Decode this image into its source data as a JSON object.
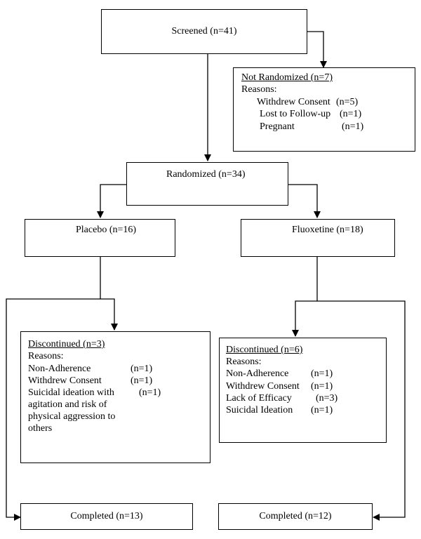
{
  "screened": "Screened (n=41)",
  "not_randomized": {
    "title": "Not Randomized (n=7)",
    "reasons_label": "Reasons:",
    "items": [
      {
        "label": "Withdrew Consent",
        "count": "(n=5)"
      },
      {
        "label": "Lost to Follow-up",
        "count": "(n=1)"
      },
      {
        "label": "Pregnant",
        "count": "(n=1)"
      }
    ]
  },
  "randomized": "Randomized (n=34)",
  "placebo": {
    "title": "Placebo (n=16)",
    "discontinued": {
      "title": "Discontinued (n=3)",
      "reasons_label": "Reasons:",
      "items": [
        {
          "label": "Non-Adherence",
          "count": "(n=1)"
        },
        {
          "label": "Withdrew Consent",
          "count": "(n=1)"
        },
        {
          "label": "Suicidal ideation with",
          "count": "(n=1)"
        }
      ],
      "continuation": [
        "agitation and risk of",
        "physical aggression to",
        "others"
      ]
    },
    "completed": "Completed (n=13)"
  },
  "fluoxetine": {
    "title": "Fluoxetine (n=18)",
    "discontinued": {
      "title": "Discontinued (n=6)",
      "reasons_label": "Reasons:",
      "items": [
        {
          "label": "Non-Adherence",
          "count": "(n=1)"
        },
        {
          "label": "Withdrew Consent",
          "count": "(n=1)"
        },
        {
          "label": "Lack of Efficacy",
          "count": "(n=3)"
        },
        {
          "label": "Suicidal Ideation",
          "count": "(n=1)"
        }
      ]
    },
    "completed": "Completed (n=12)"
  }
}
